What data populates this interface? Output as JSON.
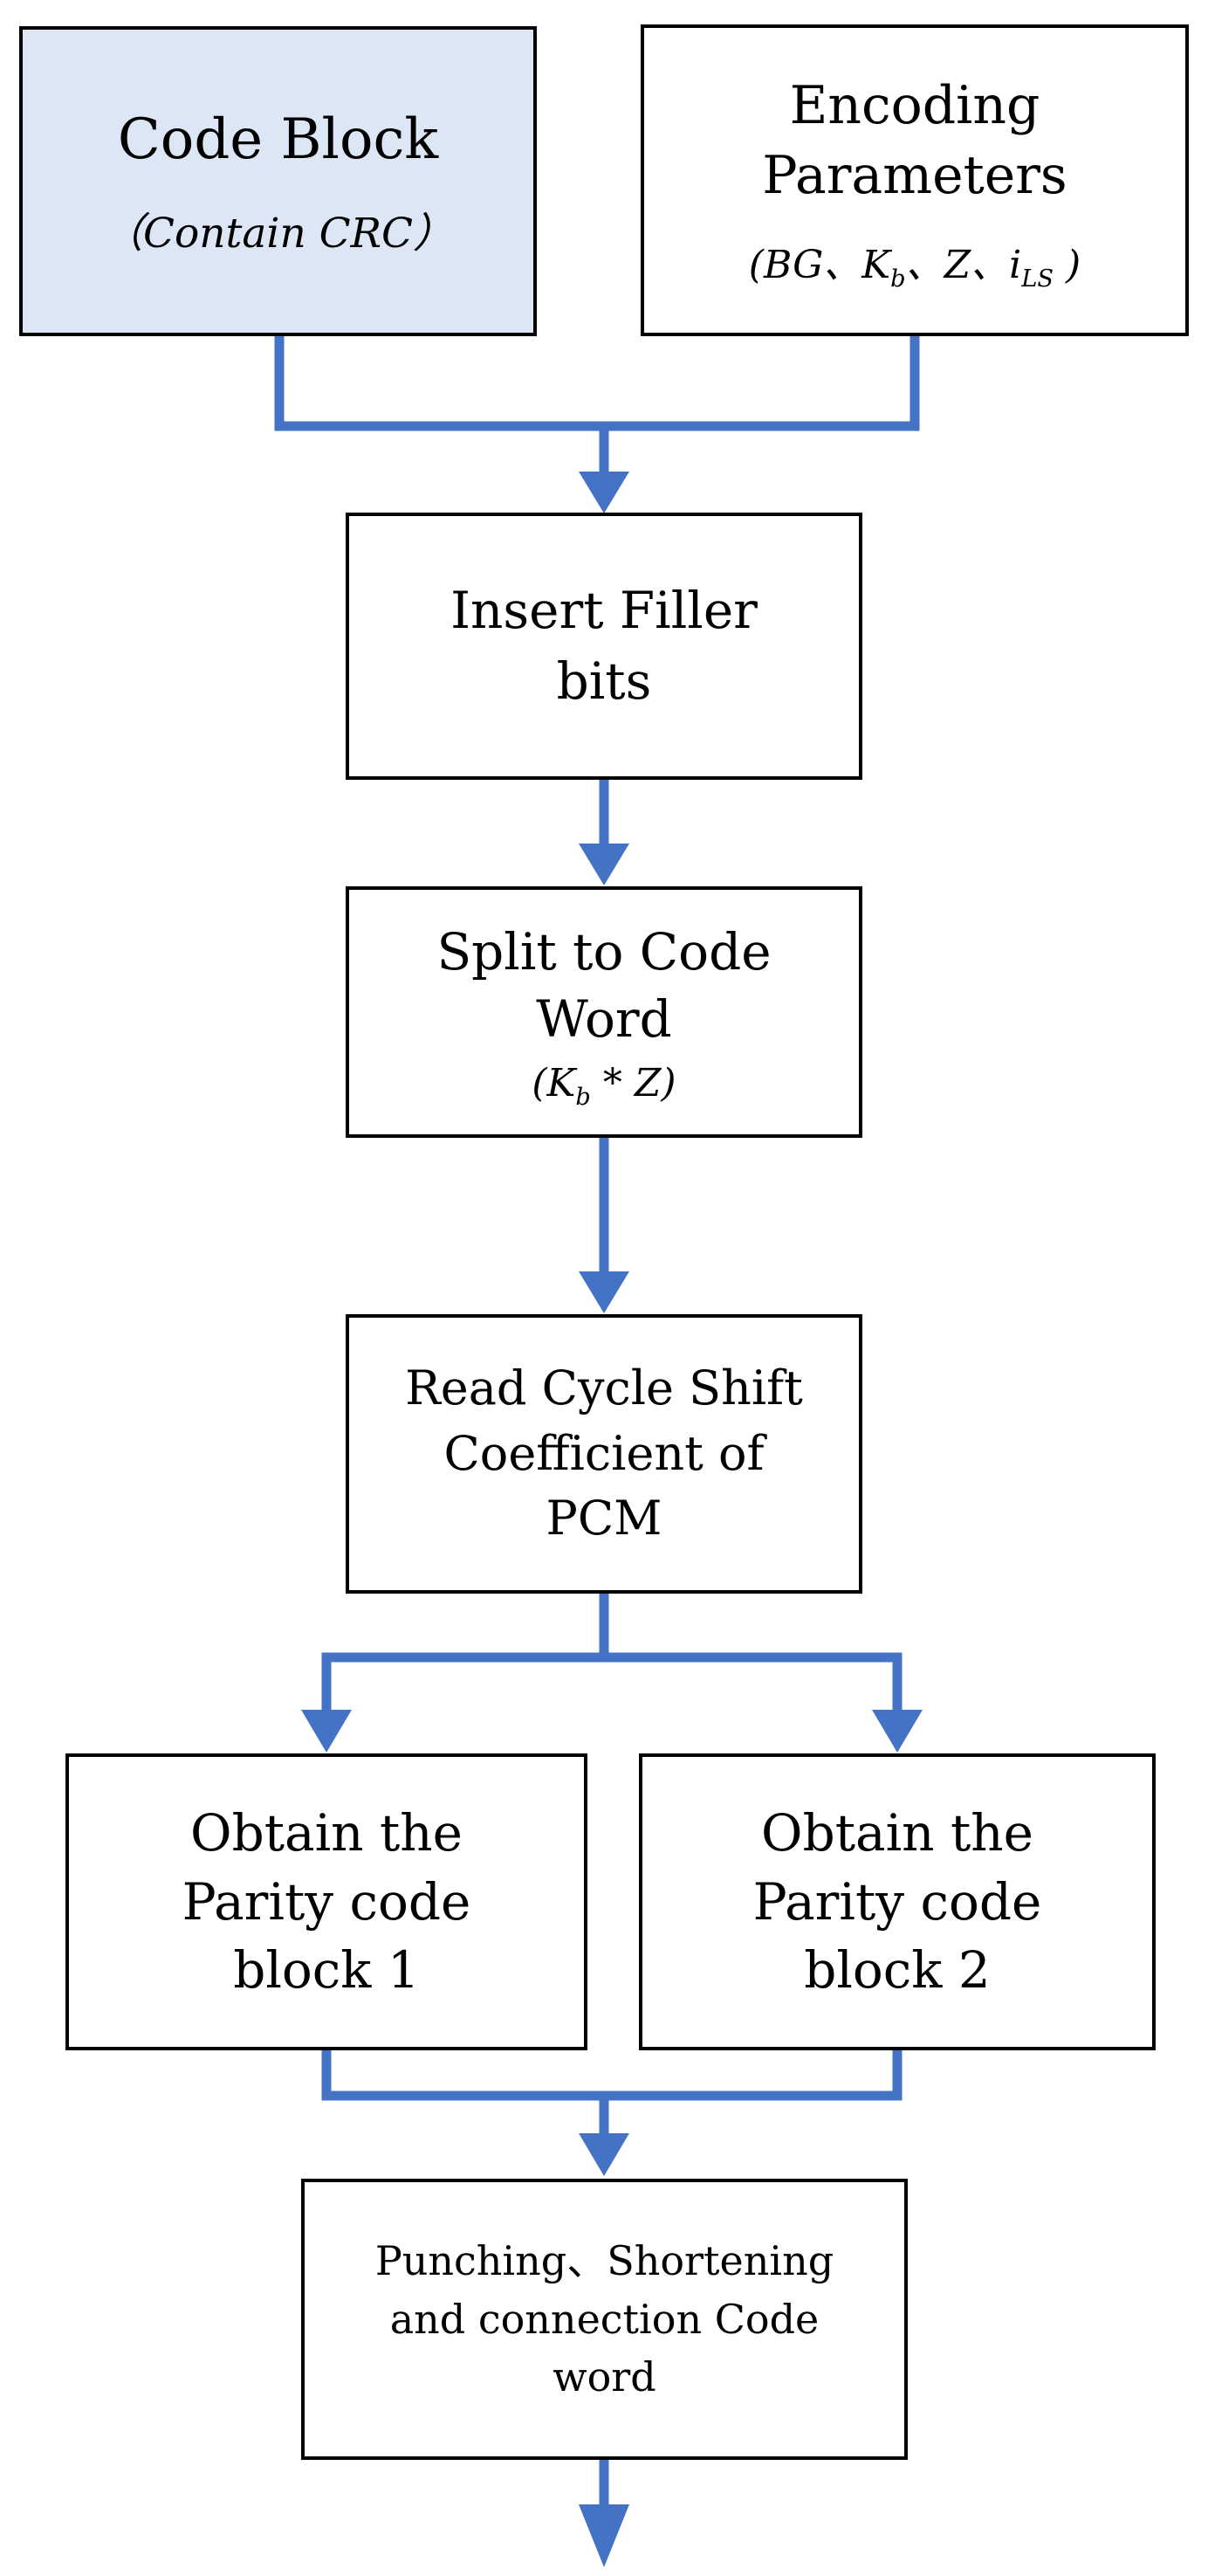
{
  "diagram": {
    "colors": {
      "arrow": "#4472c4",
      "box_border": "#000000",
      "code_block_fill": "#dce6f4",
      "background": "#ffffff"
    },
    "boxes": {
      "code_block": {
        "line1": "Code Block",
        "line2": "（Contain CRC）"
      },
      "encoding_params": {
        "line1": "Encoding",
        "line2": "Parameters",
        "formula": {
          "p1": "(BG、K",
          "sub1": "b",
          "p2": "、Z、i",
          "sub2": "LS",
          "p3": " )"
        }
      },
      "insert_filler": {
        "line1": "Insert Filler",
        "line2": "bits"
      },
      "split_code_word": {
        "line1": "Split to Code",
        "line2": "Word",
        "formula": {
          "p1": "(K",
          "sub1": "b",
          "p2": " * Z)"
        }
      },
      "read_pcm": {
        "line1": "Read Cycle Shift",
        "line2": "Coefficient of",
        "line3": "PCM"
      },
      "parity_1": {
        "line1": "Obtain the",
        "line2": "Parity code",
        "line3": "block 1"
      },
      "parity_2": {
        "line1": "Obtain the",
        "line2": "Parity code",
        "line3": "block 2"
      },
      "punching": {
        "line1": "Punching、Shortening",
        "line2": "and connection Code",
        "line3": "word"
      }
    }
  }
}
